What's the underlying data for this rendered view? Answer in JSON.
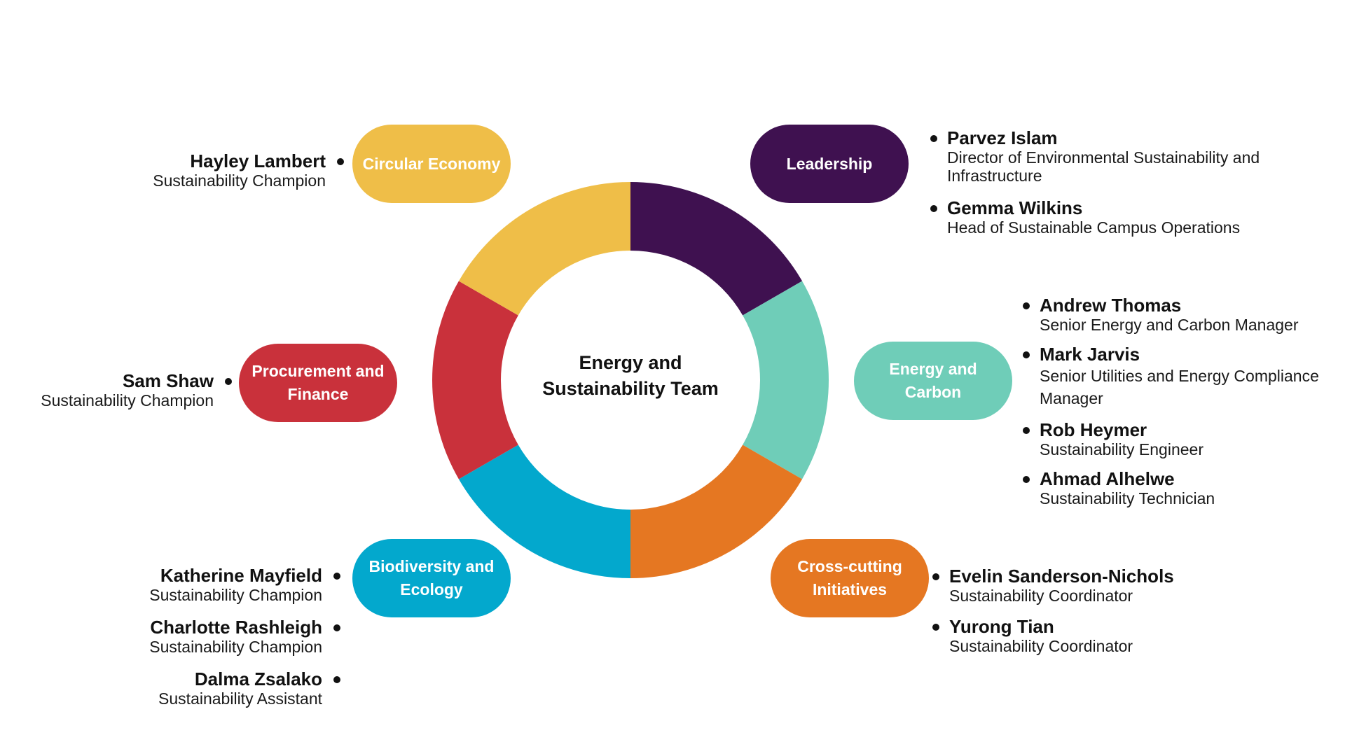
{
  "center_title_line1": "Energy and",
  "center_title_line2": "Sustainability Team",
  "colors": {
    "leadership": "#3f1150",
    "energy_carbon": "#6fcdb8",
    "cross_cutting": "#e57722",
    "biodiversity": "#03a8cd",
    "procurement": "#c9313b",
    "circular": "#efbe48"
  },
  "segments": [
    {
      "key": "leadership",
      "color": "#3f1150"
    },
    {
      "key": "energy_carbon",
      "color": "#6fcdb8"
    },
    {
      "key": "cross_cutting",
      "color": "#e57722"
    },
    {
      "key": "biodiversity",
      "color": "#03a8cd"
    },
    {
      "key": "procurement",
      "color": "#c9313b"
    },
    {
      "key": "circular",
      "color": "#efbe48"
    }
  ],
  "teams": {
    "leadership": {
      "label": "Leadership",
      "members": [
        {
          "name": "Parvez Islam",
          "role": "Director of Environmental Sustainability and Infrastructure"
        },
        {
          "name": "Gemma Wilkins",
          "role": "Head of Sustainable Campus Operations"
        }
      ]
    },
    "energy_carbon": {
      "label_line1": "Energy and",
      "label_line2": "Carbon",
      "members": [
        {
          "name": "Andrew Thomas",
          "role": "Senior Energy and Carbon Manager"
        },
        {
          "name": "Mark Jarvis",
          "role": "Senior Utilities and Energy Compliance Manager"
        },
        {
          "name": "Rob Heymer",
          "role": "Sustainability Engineer"
        },
        {
          "name": "Ahmad Alhelwe",
          "role": "Sustainability Technician"
        }
      ]
    },
    "cross_cutting": {
      "label_line1": "Cross-cutting",
      "label_line2": "Initiatives",
      "members": [
        {
          "name": "Evelin Sanderson-Nichols",
          "role": "Sustainability Coordinator"
        },
        {
          "name": "Yurong Tian",
          "role": "Sustainability Coordinator"
        }
      ]
    },
    "biodiversity": {
      "label_line1": "Biodiversity and",
      "label_line2": "Ecology",
      "members": [
        {
          "name": "Katherine Mayfield",
          "role": "Sustainability Champion"
        },
        {
          "name": "Charlotte Rashleigh",
          "role": "Sustainability Champion"
        },
        {
          "name": "Dalma Zsalako",
          "role": "Sustainability Assistant"
        }
      ]
    },
    "procurement": {
      "label_line1": "Procurement and",
      "label_line2": "Finance",
      "members": [
        {
          "name": "Sam Shaw",
          "role": "Sustainability Champion"
        }
      ]
    },
    "circular": {
      "label": "Circular Economy",
      "members": [
        {
          "name": "Hayley Lambert",
          "role": "Sustainability Champion"
        }
      ]
    }
  }
}
